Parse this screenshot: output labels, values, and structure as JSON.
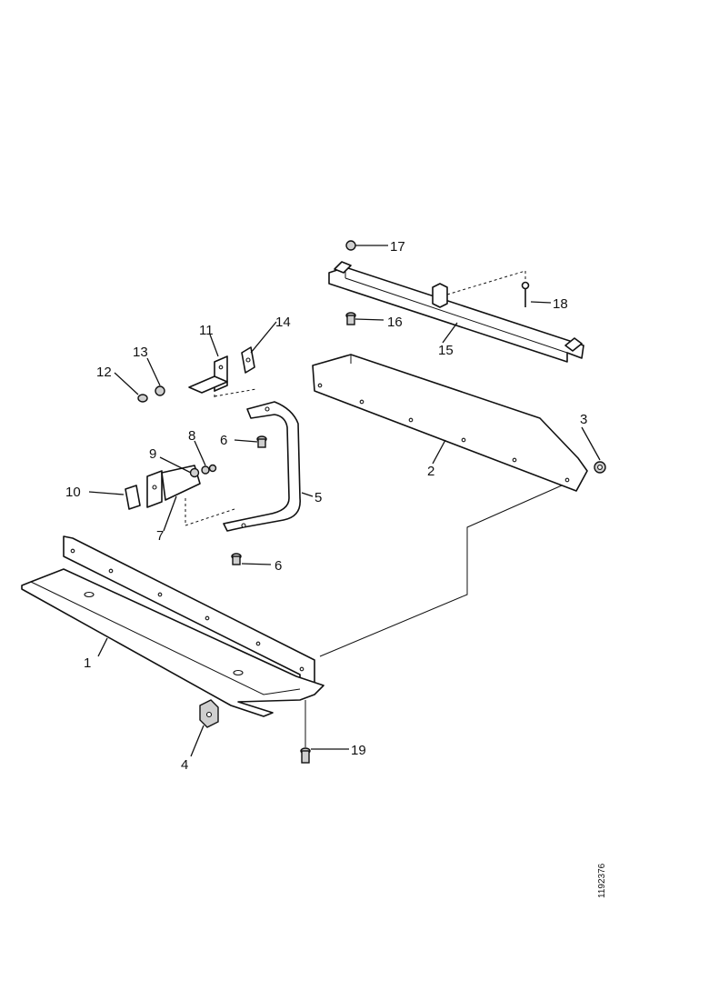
{
  "callouts": {
    "c1": "1",
    "c2": "2",
    "c3": "3",
    "c4": "4",
    "c5": "5",
    "c6a": "6",
    "c6b": "6",
    "c7": "7",
    "c8": "8",
    "c9": "9",
    "c10": "10",
    "c11": "11",
    "c12": "12",
    "c13": "13",
    "c14": "14",
    "c15": "15",
    "c16": "16",
    "c17": "17",
    "c18": "18",
    "c19": "19"
  },
  "reference_code": "1192376"
}
